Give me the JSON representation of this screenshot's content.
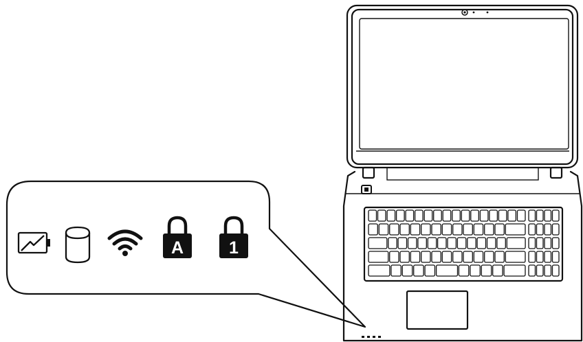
{
  "figure": {
    "indicators": [
      {
        "icon": "battery-charge-icon"
      },
      {
        "icon": "hard-drive-icon"
      },
      {
        "icon": "wifi-icon"
      },
      {
        "icon": "caps-lock-icon",
        "glyph": "A"
      },
      {
        "icon": "num-lock-icon",
        "glyph": "1"
      }
    ],
    "keyboard": {
      "rows": 5
    },
    "status_leds": 4
  }
}
